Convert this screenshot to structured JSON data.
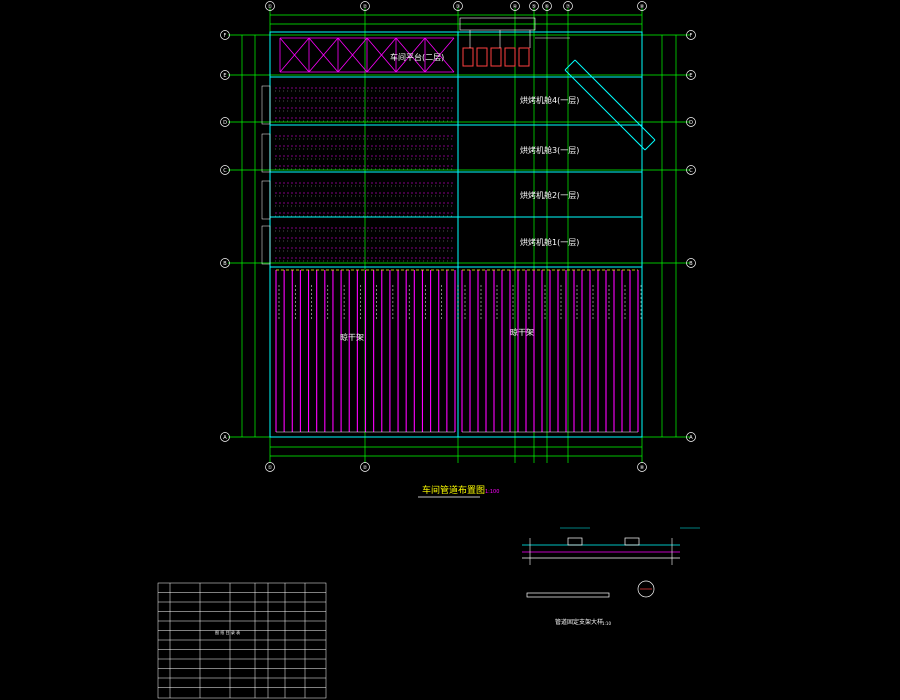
{
  "drawing": {
    "colors": {
      "background": "#000000",
      "grid_line": "#00ff00",
      "wall": "#00ffff",
      "pipe": "#ff00ff",
      "text": "#ffffff",
      "dim": "#00ff00",
      "frame": "#ffffff",
      "alert": "#ff0000",
      "title": "#ffff00"
    },
    "column_axes_top": [
      "①",
      "②",
      "③",
      "④",
      "⑤",
      "⑥",
      "⑦",
      "⑧"
    ],
    "column_axes_bottom": [
      "①",
      "②",
      "⑧"
    ],
    "row_axes": [
      "F",
      "E",
      "D",
      "C",
      "B",
      "A"
    ],
    "rooms": {
      "room_top": "车间平台(二层)",
      "room_4": "烘烤机舱4(一层)",
      "room_3": "烘烤机舱3(一层)",
      "room_2": "烘烤机舱2(一层)",
      "room_1": "烘烤机舱1(一层)",
      "bay_left": "晾干架",
      "bay_right": "晾干架"
    },
    "main_title": "车间管道布置图",
    "main_scale": "1:100",
    "detail_title": "管道固定支架大样",
    "detail_scale": "1:10"
  },
  "title_block": {
    "heading": "图 纸 目 录 表"
  }
}
